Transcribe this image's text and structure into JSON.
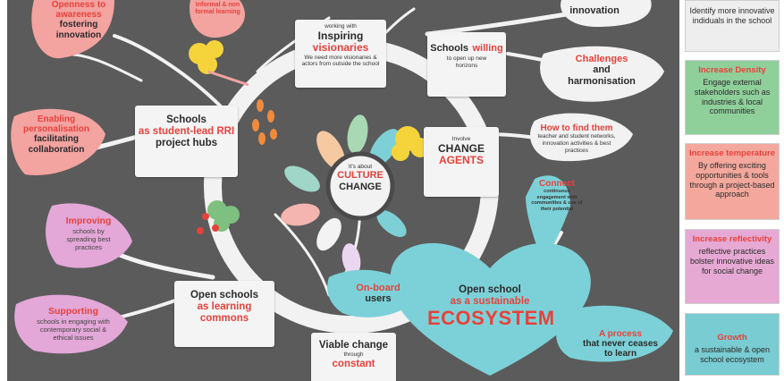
{
  "center": {
    "small": "It's about",
    "title_red": "CULTURE",
    "title_dark": "CHANGE"
  },
  "nodes": {
    "top_left_leaf": {
      "red": "Openness to awareness",
      "dark1": "fostering",
      "dark2": "innovation"
    },
    "informal_leaf": {
      "red": "Informal & non formal learning"
    },
    "inspiring": {
      "small": "working with",
      "dark": "Inspiring",
      "red": "visionaries",
      "desc": "We need more visionaries & actors from outside the school"
    },
    "schools_willing": {
      "dark": "Schools",
      "red": "willing",
      "desc": "to open up new horizons"
    },
    "innovation_leaf": {
      "dark": "innovation"
    },
    "challenges": {
      "red": "Challenges",
      "dark1": "and",
      "dark2": "harmonisation"
    },
    "how_find": {
      "red": "How to find them",
      "desc": "teacher and student networks, innovation activities & best practices"
    },
    "change_agents": {
      "small": "Involve",
      "dark": "CHANGE",
      "red": "AGENTS"
    },
    "rri_hubs": {
      "dark": "Schools",
      "red": "as student-lead RRI",
      "dark2": "project hubs"
    },
    "enabling": {
      "red": "Enabling personalisation",
      "dark1": "facilitating",
      "dark2": "collaboration"
    },
    "improving": {
      "red": "Improving",
      "desc": "schools by spreading best practices"
    },
    "connect": {
      "red": "Connect",
      "desc": "continuous engagement with communities & use of their potential"
    },
    "open_commons": {
      "dark": "Open schools",
      "red": "as learning",
      "red2": "commons"
    },
    "onboard": {
      "red": "On-board",
      "dark": "users"
    },
    "ecosystem": {
      "dark1": "Open school",
      "red": "as a sustainable",
      "title": "ECOSYSTEM"
    },
    "supporting": {
      "red": "Supporting",
      "desc": "schools in engaging with contemporary social & ethical issues"
    },
    "viable": {
      "dark": "Viable change",
      "small": "through",
      "red": "constant"
    },
    "process": {
      "red": "A process",
      "dark1": "that never ceases",
      "dark2": "to learn"
    }
  },
  "sidebar": [
    {
      "heading": "",
      "body": "Identify more innovative indiduals in the school",
      "color": "#eeeeee"
    },
    {
      "heading": "Increase Density",
      "body": "Engage external stakeholders such as industries & local communities",
      "color": "#8fcf9a"
    },
    {
      "heading": "Increase temperature",
      "body": "By offering exciting opportunities & tools through a project-based approach",
      "color": "#f4a89d"
    },
    {
      "heading": "Increase reflectivity",
      "body": "reflective practices bolster innovative ideas for social change",
      "color": "#e6a9d4"
    },
    {
      "heading": "Growth",
      "body": "a sustainable & open school ecosystem",
      "color": "#78ccd2"
    }
  ],
  "colors": {
    "background": "#5b5b5b",
    "accent_red": "#e8413b",
    "teal": "#7cd1d8",
    "pink": "#f3a3a0",
    "lilac": "#e3a7d8",
    "road": "#f2f2f2"
  }
}
